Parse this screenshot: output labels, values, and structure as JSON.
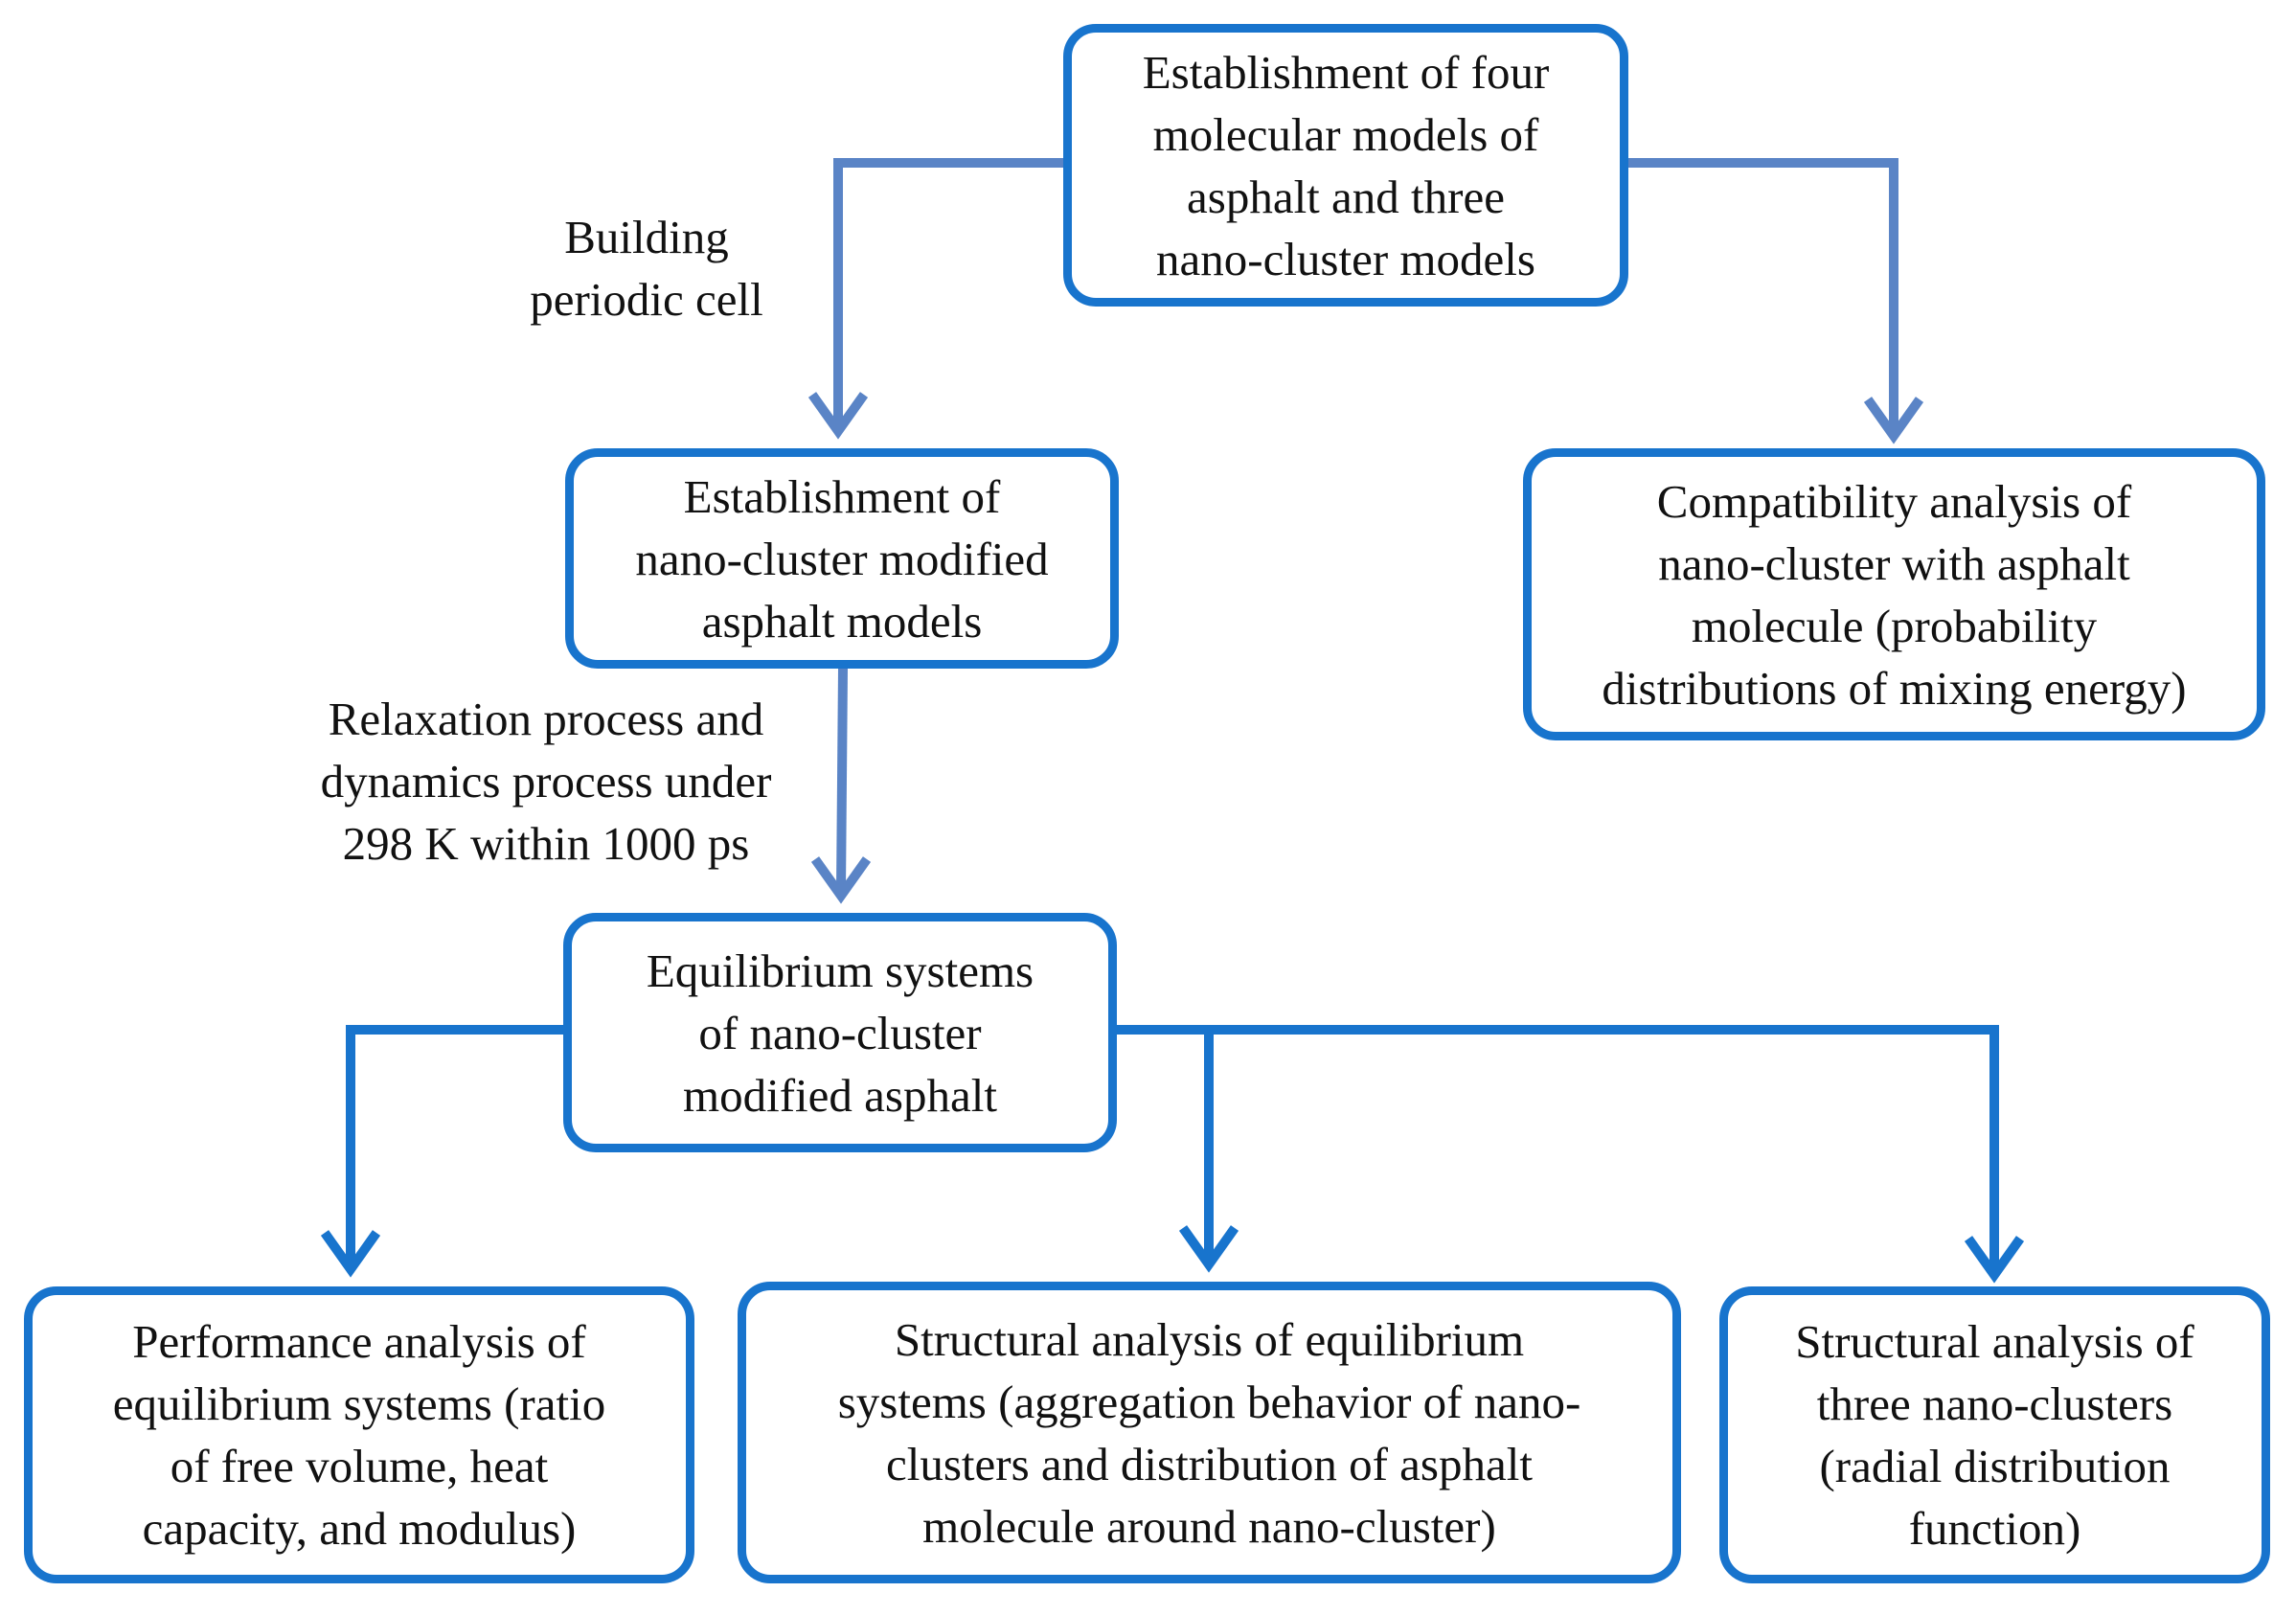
{
  "colors": {
    "box_border": "#1874cd",
    "arrow_light": "#5a84c6",
    "arrow_dark": "#1874cd",
    "text": "#111111",
    "background": "#ffffff"
  },
  "nodes": {
    "top": "Establishment of four\nmolecular models of\nasphalt and three\nnano-cluster models",
    "modified_models": "Establishment of\nnano-cluster modified\nasphalt models",
    "compatibility": "Compatibility analysis of\nnano-cluster with asphalt\nmolecule (probability\ndistributions of mixing energy)",
    "equilibrium": "Equilibrium systems\nof nano-cluster\nmodified asphalt",
    "performance": "Performance analysis of\nequilibrium systems (ratio\nof free volume, heat\ncapacity, and modulus)",
    "structural_equilibrium": "Structural analysis of equilibrium\nsystems (aggregation behavior of nano-\nclusters and distribution of asphalt\nmolecule around nano-cluster)",
    "structural_clusters": "Structural analysis of\nthree nano-clusters\n(radial distribution\nfunction)"
  },
  "edge_labels": {
    "building": "Building\nperiodic cell",
    "relaxation": "Relaxation process and\ndynamics process under\n298 K within 1000 ps"
  }
}
